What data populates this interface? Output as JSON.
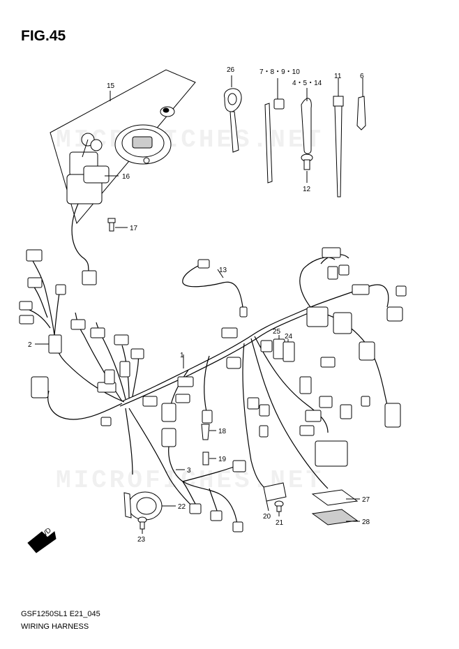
{
  "figure": {
    "title": "FIG.45",
    "code": "GSF1250SL1 E21_045",
    "name": "WIRING HARNESS",
    "watermark": "MICROFICHES.NET"
  },
  "fwd_label": "FWD",
  "callouts": [
    {
      "id": "c15",
      "label": "15"
    },
    {
      "id": "c16",
      "label": "16"
    },
    {
      "id": "c17",
      "label": "17"
    },
    {
      "id": "c26",
      "label": "26"
    },
    {
      "id": "c7",
      "label": "7・8・9・10"
    },
    {
      "id": "c4",
      "label": "4・5・14"
    },
    {
      "id": "c11",
      "label": "11"
    },
    {
      "id": "c6",
      "label": "6"
    },
    {
      "id": "c12",
      "label": "12"
    },
    {
      "id": "c13",
      "label": "13"
    },
    {
      "id": "c2",
      "label": "2"
    },
    {
      "id": "c1",
      "label": "1"
    },
    {
      "id": "c25",
      "label": "25"
    },
    {
      "id": "c24",
      "label": "24"
    },
    {
      "id": "c18",
      "label": "18"
    },
    {
      "id": "c19",
      "label": "19"
    },
    {
      "id": "c3",
      "label": "3"
    },
    {
      "id": "c22",
      "label": "22"
    },
    {
      "id": "c23",
      "label": "23"
    },
    {
      "id": "c27",
      "label": "27"
    },
    {
      "id": "c20",
      "label": "20"
    },
    {
      "id": "c21",
      "label": "21"
    },
    {
      "id": "c28",
      "label": "28"
    }
  ]
}
